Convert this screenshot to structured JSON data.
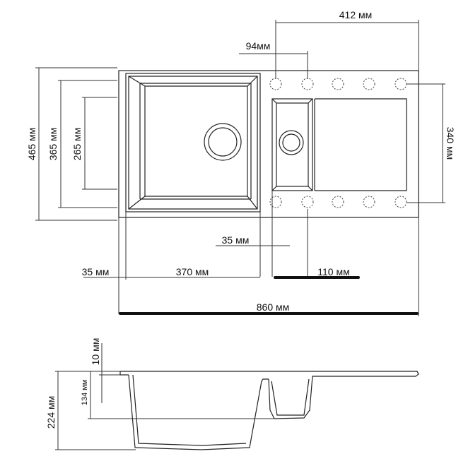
{
  "labels": {
    "dim_412": "412 мм",
    "dim_94": "94мм",
    "dim_465": "465 мм",
    "dim_365": "365 мм",
    "dim_265": "265 мм",
    "dim_340": "340 мм",
    "dim_35_inner": "35 мм",
    "dim_35_left": "35 мм",
    "dim_370": "370 мм",
    "dim_110": "110 мм",
    "dim_860": "860 мм",
    "dim_10": "10 мм",
    "dim_134": "134 мм",
    "dim_224": "224 мм"
  }
}
